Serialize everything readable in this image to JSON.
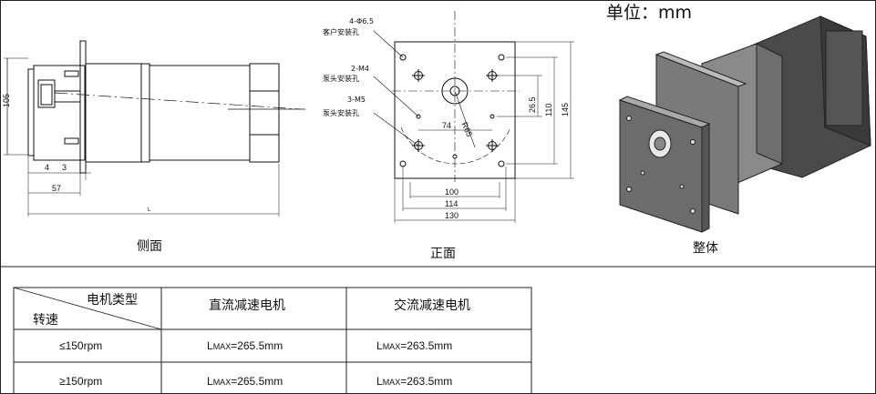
{
  "unit_label": "单位：mm",
  "views": {
    "side": {
      "caption": "侧面",
      "dims": {
        "height": "105",
        "d4": "4",
        "d3": "3",
        "d57": "57",
        "length": "L"
      }
    },
    "front": {
      "caption": "正面",
      "holes": [
        {
          "spec": "4-Φ6.5",
          "desc": "客户安装孔"
        },
        {
          "spec": "2-M4",
          "desc": "泵头安装孔"
        },
        {
          "spec": "3-M5",
          "desc": "泵头安装孔"
        }
      ],
      "dims": {
        "d74": "74",
        "r65": "R65",
        "d26_5": "26.5",
        "d110": "110",
        "d145": "145",
        "d100": "100",
        "d114": "114",
        "d130": "130"
      }
    },
    "whole": {
      "caption": "整体"
    }
  },
  "table": {
    "header_top": "电机类型",
    "header_bottom": "转速",
    "col1": "直流减速电机",
    "col2": "交流减速电机",
    "rows": [
      {
        "speed": "≤150rpm",
        "dc": {
          "prefix": "L",
          "sub": "MAX",
          "value": "=265.5mm"
        },
        "ac": {
          "prefix": "L",
          "sub": "MAX",
          "value": "=263.5mm"
        }
      },
      {
        "speed": "≥150rpm",
        "dc": {
          "prefix": "L",
          "sub": "MAX",
          "value": "=265.5mm"
        },
        "ac": {
          "prefix": "L",
          "sub": "MAX",
          "value": "=263.5mm"
        }
      }
    ]
  }
}
